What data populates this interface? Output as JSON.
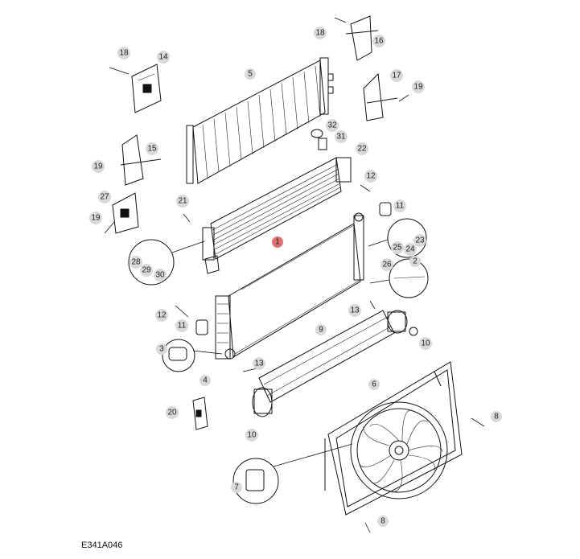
{
  "figure_id": "E341A046",
  "callouts": [
    {
      "id": "c1",
      "label": "1",
      "highlight": true
    },
    {
      "id": "c2",
      "label": "2"
    },
    {
      "id": "c3",
      "label": "3"
    },
    {
      "id": "c4",
      "label": "4"
    },
    {
      "id": "c5",
      "label": "5"
    },
    {
      "id": "c6",
      "label": "6"
    },
    {
      "id": "c7",
      "label": "7"
    },
    {
      "id": "c8a",
      "label": "8"
    },
    {
      "id": "c8b",
      "label": "8"
    },
    {
      "id": "c9",
      "label": "9"
    },
    {
      "id": "c10a",
      "label": "10"
    },
    {
      "id": "c10b",
      "label": "10"
    },
    {
      "id": "c11a",
      "label": "11"
    },
    {
      "id": "c11b",
      "label": "11"
    },
    {
      "id": "c12a",
      "label": "12"
    },
    {
      "id": "c12b",
      "label": "12"
    },
    {
      "id": "c13a",
      "label": "13"
    },
    {
      "id": "c13b",
      "label": "13"
    },
    {
      "id": "c14",
      "label": "14"
    },
    {
      "id": "c15",
      "label": "15"
    },
    {
      "id": "c16",
      "label": "16"
    },
    {
      "id": "c17",
      "label": "17"
    },
    {
      "id": "c18a",
      "label": "18"
    },
    {
      "id": "c18b",
      "label": "18"
    },
    {
      "id": "c19a",
      "label": "19"
    },
    {
      "id": "c19b",
      "label": "19"
    },
    {
      "id": "c19c",
      "label": "19"
    },
    {
      "id": "c20",
      "label": "20"
    },
    {
      "id": "c21",
      "label": "21"
    },
    {
      "id": "c22",
      "label": "22"
    },
    {
      "id": "c23",
      "label": "23"
    },
    {
      "id": "c24",
      "label": "24"
    },
    {
      "id": "c25",
      "label": "25"
    },
    {
      "id": "c26",
      "label": "26"
    },
    {
      "id": "c27",
      "label": "27"
    },
    {
      "id": "c28",
      "label": "28"
    },
    {
      "id": "c29",
      "label": "29"
    },
    {
      "id": "c30",
      "label": "30"
    },
    {
      "id": "c31",
      "label": "31"
    },
    {
      "id": "c32",
      "label": "32"
    }
  ]
}
